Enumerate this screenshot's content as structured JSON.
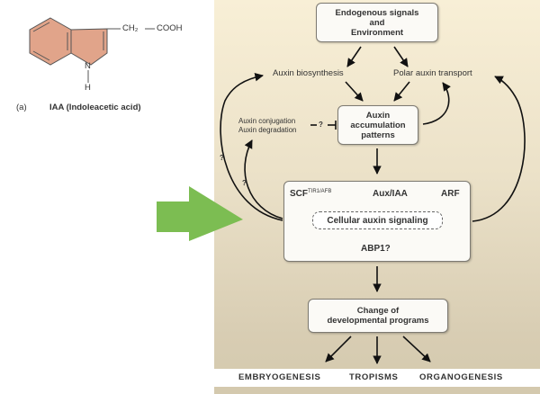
{
  "molecule": {
    "substituent_ch2": "CH₂",
    "substituent_cooh": "COOH",
    "atom_n": "N",
    "atom_h": "H",
    "panel_label": "(a)",
    "caption": "IAA (Indoleacetic acid)",
    "ring_color": "#e1a48a"
  },
  "diagram": {
    "nodes": {
      "signals": "Endogenous signals\nand\nEnvironment",
      "biosynthesis": "Auxin biosynthesis",
      "transport": "Polar auxin transport",
      "conjugation": "Auxin conjugation",
      "degradation": "Auxin degradation",
      "accumulation": "Auxin\naccumulation\npatterns",
      "scf": "SCF",
      "scf_sup": "TIR1/AFB",
      "auxiaa": "Aux/IAA",
      "arf": "ARF",
      "cellular": "Cellular auxin signaling",
      "abp1": "ABP1?",
      "change": "Change of\ndevelopmental programs"
    },
    "question_marks": [
      "?",
      "?",
      "?"
    ],
    "outcomes": [
      "EMBRYOGENESIS",
      "TROPISMS",
      "ORGANOGENESIS"
    ]
  },
  "pointer_arrow": {
    "icon": "right-arrow-icon",
    "color": "#7cbd52"
  }
}
